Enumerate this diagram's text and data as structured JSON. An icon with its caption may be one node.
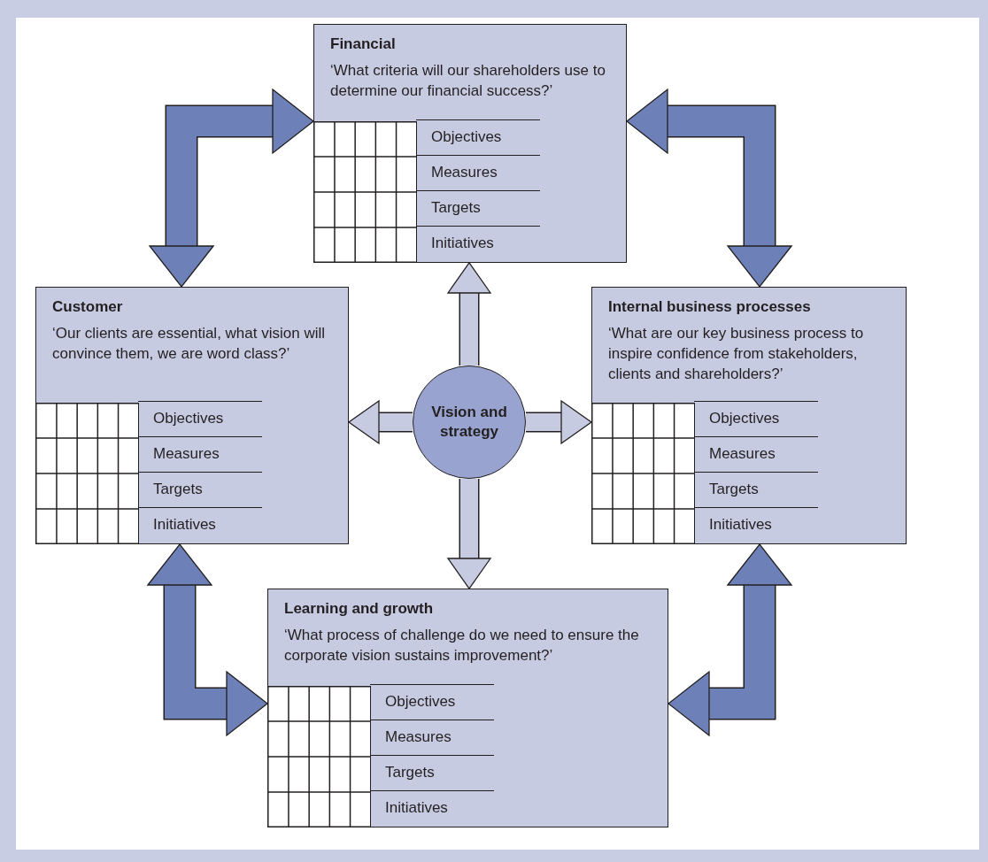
{
  "diagram": {
    "nodes": [
      {
        "text": [
          "Financial",
          "‘What criteria will our shareholders use to determine our financial success?’",
          "Objectives",
          "Measures",
          "Targets",
          "Initiatives"
        ]
      },
      {
        "text": [
          "Customer",
          "‘Our clients are essential, what vision will convince them, we are word class?’",
          "Objectives",
          "Measures",
          "Targets",
          "Initiatives"
        ]
      },
      {
        "text": [
          "Internal business processes",
          "‘What are our key business process to inspire confidence from stakeholders, clients and shareholders?’",
          "Objectives",
          "Measures",
          "Targets",
          "Initiatives"
        ]
      },
      {
        "text": [
          "Vision and strategy"
        ]
      },
      {
        "text": [
          "Learning and growth",
          "‘What process of challenge do we need to ensure the corporate vision sustains improvement?’",
          "Objectives",
          "Measures",
          "Targets",
          "Initiatives"
        ]
      }
    ],
    "edges": [
      {
        "from": 0,
        "to": 1,
        "arrow": "both",
        "color": "#6d80b7"
      },
      {
        "from": 0,
        "to": 2,
        "arrow": "both",
        "color": "#6d80b7"
      },
      {
        "from": 1,
        "to": 4,
        "arrow": "both",
        "color": "#6d80b7"
      },
      {
        "from": 2,
        "to": 4,
        "arrow": "both",
        "color": "#6d80b7"
      },
      {
        "from": 3,
        "to": 0,
        "arrow": "to"
      },
      {
        "from": 3,
        "to": 1,
        "arrow": "to"
      },
      {
        "from": 3,
        "to": 2,
        "arrow": "to"
      },
      {
        "from": 3,
        "to": 4,
        "arrow": "to"
      }
    ]
  }
}
